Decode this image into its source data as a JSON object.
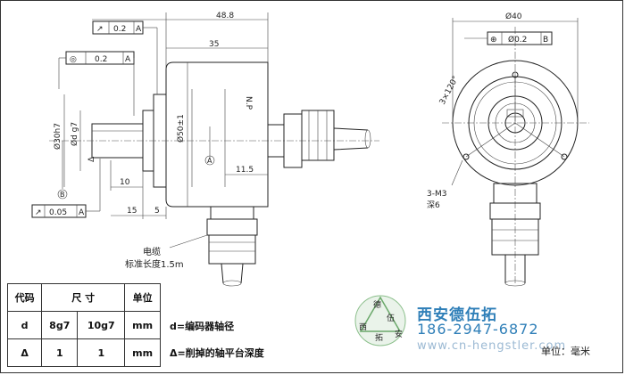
{
  "front_view": {
    "dim_total_length": "48.8",
    "dim_body_length": "35",
    "dim_tab_11_5": "11.5",
    "dim_10": "10",
    "dim_15": "15",
    "dim_5": "5",
    "dim_flange_dia": "Ø30h7",
    "dim_shaft_dia": "Ød g7",
    "dim_delta": "Δ",
    "dim_body_dia": "Ø50±1",
    "label_np": "N.P",
    "datum_a": "A",
    "datum_b": "B",
    "tol_perp": [
      "↗",
      "0.2",
      "A"
    ],
    "tol_concentric": [
      "◎",
      "0.2",
      "A"
    ],
    "tol_runout": [
      "↗",
      "0.05",
      "A"
    ],
    "cable_label_1": "电缆",
    "cable_label_2": "标准长度1.5m"
  },
  "side_view": {
    "dim_outer_dia": "Ø40",
    "tol_position": [
      "⊕",
      "Ø0.2",
      "B"
    ],
    "dim_angle": "3×120°",
    "hole_label_1": "3-M3",
    "hole_label_2": "深6"
  },
  "table": {
    "headers": [
      "代码",
      "尺 寸",
      "单位"
    ],
    "rows": [
      [
        "d",
        "8g7",
        "10g7",
        "mm"
      ],
      [
        "Δ",
        "1",
        "1",
        "mm"
      ]
    ]
  },
  "notes": {
    "d_note": "d=编码器轴径",
    "delta_note": "Δ=削掉的轴平台深度"
  },
  "brand": {
    "name": "西安德伍拓",
    "phone": "186-2947-6872",
    "website": "www.cn-hengstler.com",
    "logo_text": [
      "德",
      "伍",
      "拓",
      "西",
      "安"
    ]
  },
  "unit_label": "单位：毫米"
}
